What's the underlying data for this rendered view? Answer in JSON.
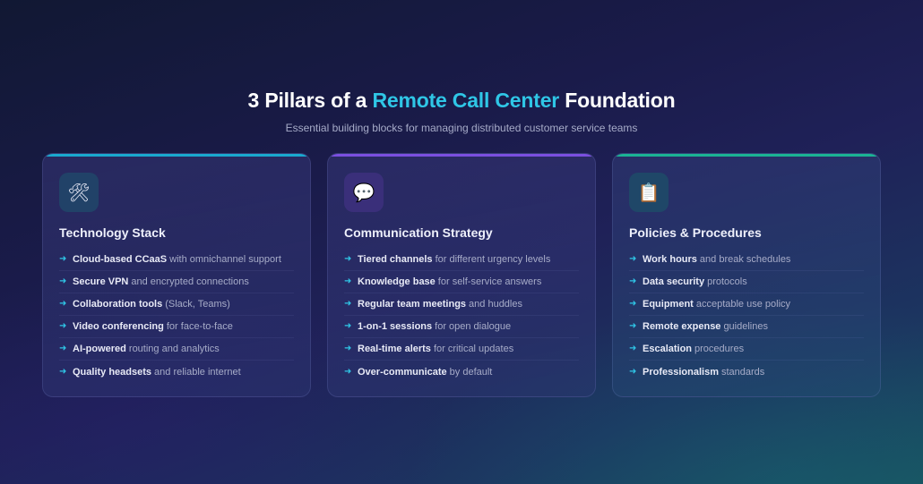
{
  "header": {
    "title_prefix": "3 Pillars of a",
    "title_accent": "Remote Call Center",
    "title_suffix": "Foundation",
    "subtitle": "Essential building blocks for managing distributed customer service teams"
  },
  "colors": {
    "accent": "#2fc6e6",
    "card1_bar": "#1aa9cf",
    "card2_bar": "#7b4fe0",
    "card3_bar": "#1bb394"
  },
  "cards": [
    {
      "icon": "hammer-and-wrench-icon",
      "icon_glyph": "🛠",
      "title": "Technology Stack",
      "items": [
        {
          "bold": "Cloud-based CCaaS",
          "rest": "with omnichannel support"
        },
        {
          "bold": "Secure VPN",
          "rest": "and encrypted connections"
        },
        {
          "bold": "Collaboration tools",
          "rest": "(Slack, Teams)"
        },
        {
          "bold": "Video conferencing",
          "rest": "for face-to-face"
        },
        {
          "bold": "AI-powered",
          "rest": "routing and analytics"
        },
        {
          "bold": "Quality headsets",
          "rest": "and reliable internet"
        }
      ]
    },
    {
      "icon": "speech-bubble-icon",
      "icon_glyph": "💬",
      "title": "Communication Strategy",
      "items": [
        {
          "bold": "Tiered channels",
          "rest": "for different urgency levels"
        },
        {
          "bold": "Knowledge base",
          "rest": "for self-service answers"
        },
        {
          "bold": "Regular team meetings",
          "rest": "and huddles"
        },
        {
          "bold": "1-on-1 sessions",
          "rest": "for open dialogue"
        },
        {
          "bold": "Real-time alerts",
          "rest": "for critical updates"
        },
        {
          "bold": "Over-communicate",
          "rest": "by default"
        }
      ]
    },
    {
      "icon": "clipboard-icon",
      "icon_glyph": "📋",
      "title": "Policies & Procedures",
      "items": [
        {
          "bold": "Work hours",
          "rest": "and break schedules"
        },
        {
          "bold": "Data security",
          "rest": "protocols"
        },
        {
          "bold": "Equipment",
          "rest": "acceptable use policy"
        },
        {
          "bold": "Remote expense",
          "rest": "guidelines"
        },
        {
          "bold": "Escalation",
          "rest": "procedures"
        },
        {
          "bold": "Professionalism",
          "rest": "standards"
        }
      ]
    }
  ],
  "bullet_glyph": "➜"
}
